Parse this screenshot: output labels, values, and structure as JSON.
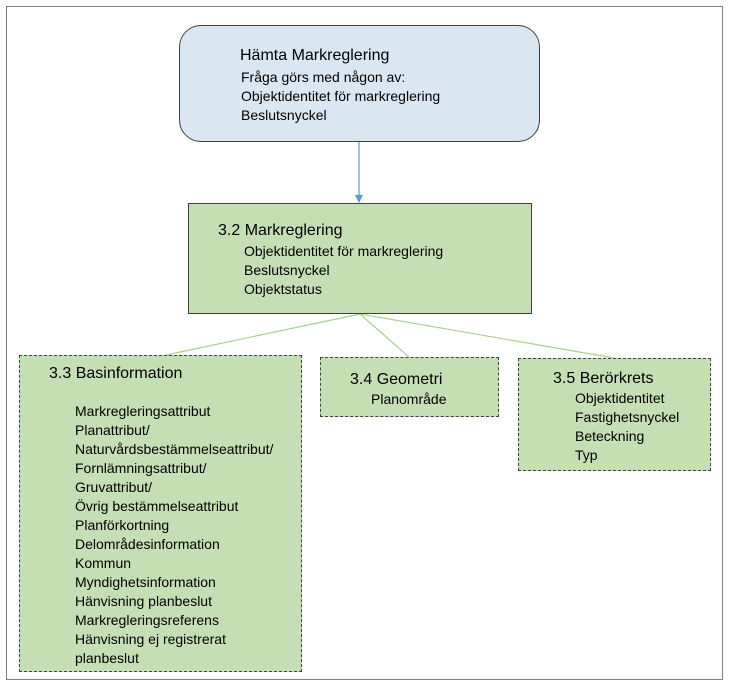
{
  "colors": {
    "root_fill": "#dae6f2",
    "node_fill": "#c5dfb4",
    "border": "#404040",
    "arrow": "#5b9bd5",
    "connector": "#a9d18e"
  },
  "hamta": {
    "title": "Hämta Markreglering",
    "lines": [
      "Fråga görs med någon av:",
      "Objektidentitet för markreglering",
      "Beslutsnyckel"
    ]
  },
  "markreglering": {
    "title": "3.2 Markreglering",
    "lines": [
      "Objektidentitet för markreglering",
      "Beslutsnyckel",
      "Objektstatus"
    ]
  },
  "basinformation": {
    "title": "3.3 Basinformation",
    "lines": [
      "Markregleringsattribut",
      "Planattribut/",
      "Naturvårdsbestämmelseattribut/",
      "Fornlämningsattribut/",
      "Gruvattribut/",
      "Övrig bestämmelseattribut",
      "Planförkortning",
      "Delområdesinformation",
      "Kommun",
      "Myndighetsinformation",
      "Hänvisning planbeslut",
      "Markregleringsreferens",
      "Hänvisning ej registrerat",
      "planbeslut"
    ]
  },
  "geometri": {
    "title": "3.4 Geometri",
    "lines": [
      "Planområde"
    ]
  },
  "berorkrets": {
    "title": "3.5 Berörkrets",
    "lines": [
      "Objektidentitet",
      "Fastighetsnyckel",
      "Beteckning",
      "Typ"
    ]
  }
}
